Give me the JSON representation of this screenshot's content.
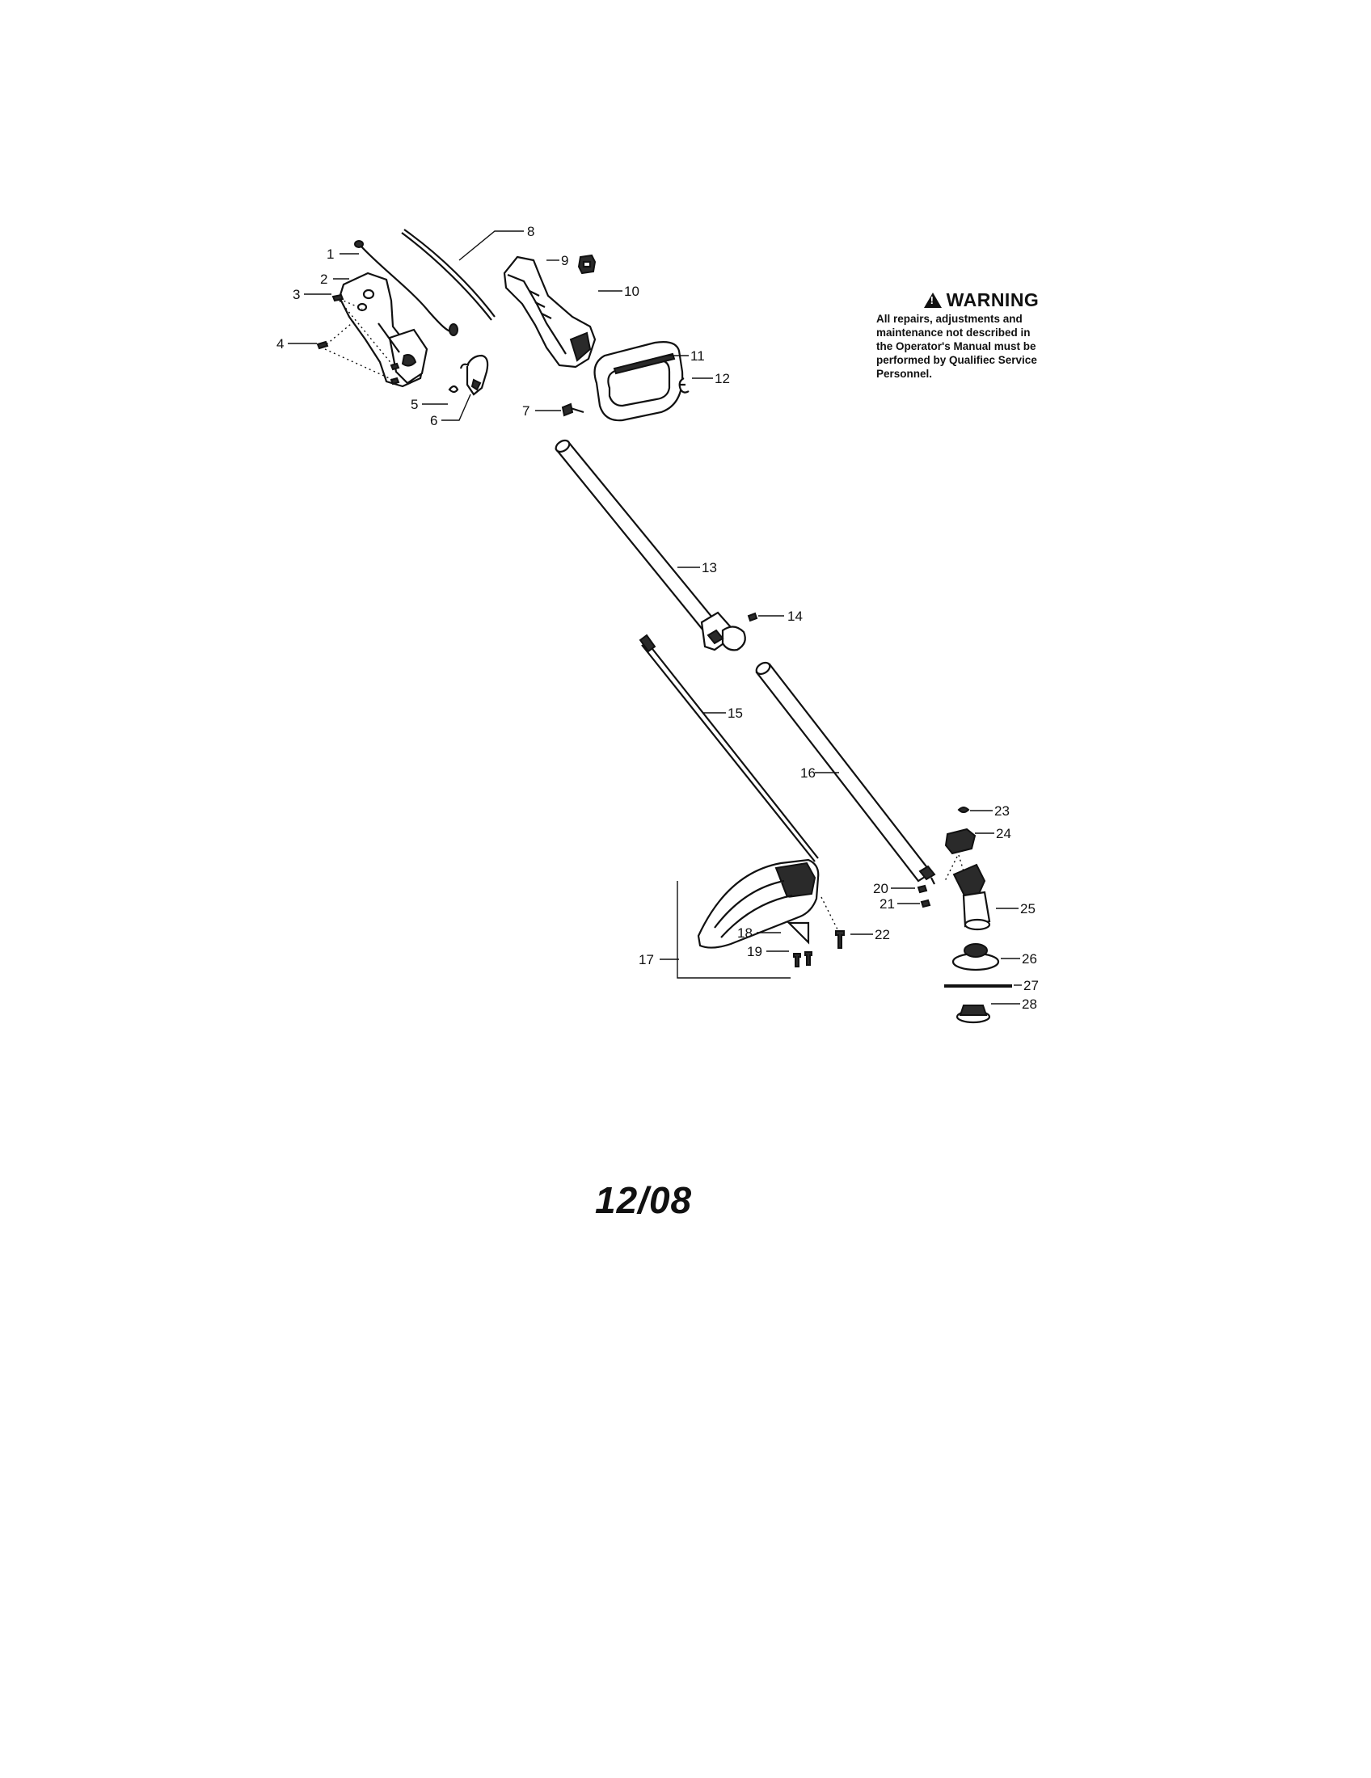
{
  "warning": {
    "title": "WARNING",
    "icon": "warning-triangle-icon",
    "lines": [
      "All repairs, adjustments and",
      "maintenance not described in",
      "the Operator's Manual must be",
      "performed by Qualifiec Service",
      "Personnel."
    ]
  },
  "date_code": "12/08",
  "callouts": {
    "c1": "1",
    "c2": "2",
    "c3": "3",
    "c4": "4",
    "c5": "5",
    "c6": "6",
    "c7": "7",
    "c8": "8",
    "c9": "9",
    "c10": "10",
    "c11": "11",
    "c12": "12",
    "c13": "13",
    "c14": "14",
    "c15": "15",
    "c16": "16",
    "c17": "17",
    "c18": "18",
    "c19": "19",
    "c20": "20",
    "c21": "21",
    "c22": "22",
    "c23": "23",
    "c24": "24",
    "c25": "25",
    "c26": "26",
    "c27": "27",
    "c28": "28"
  }
}
